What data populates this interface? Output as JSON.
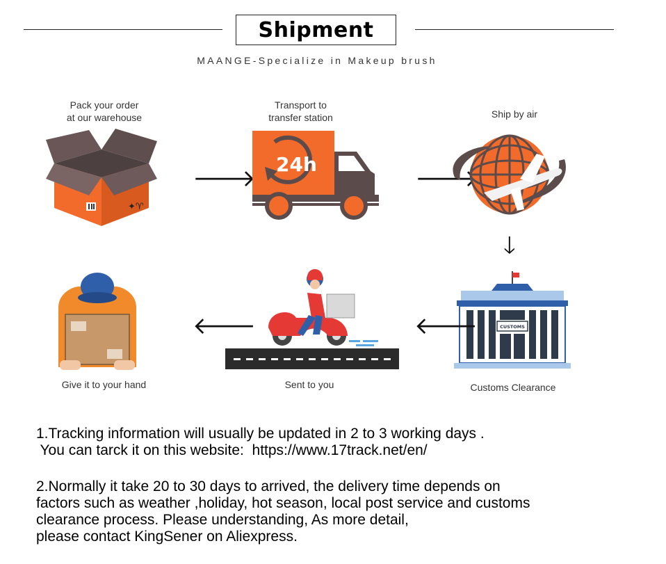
{
  "header": {
    "title": "Shipment",
    "subtitle": "MAANGE-Specialize in Makeup brush"
  },
  "steps": [
    {
      "label": "Pack your order\nat our warehouse",
      "icon": "package-box-icon"
    },
    {
      "label": "Transport to\ntransfer station",
      "icon": "delivery-truck-icon",
      "badge": "24h"
    },
    {
      "label": "Ship by air",
      "icon": "globe-airplane-icon"
    },
    {
      "label": "Customs Clearance",
      "icon": "customs-building-icon",
      "sign": "CUSTOMS"
    },
    {
      "label": "Sent to you",
      "icon": "delivery-scooter-icon"
    },
    {
      "label": "Give it to your hand",
      "icon": "courier-handing-parcel-icon"
    }
  ],
  "arrows": {
    "right": "🡒",
    "down": "🡓",
    "left": "🡐"
  },
  "notes": {
    "note1": [
      "1.Tracking information will usually be updated in 2 to 3 working days .",
      " You can tarck it on this website:  https://www.17track.net/en/"
    ],
    "note2": [
      "2.Normally it take 20 to 30 days to arrived, the delivery time depends on",
      "factors such as weather ,holiday, hot season, local post service and customs",
      "clearance process. Please understanding, As more detail,",
      "please contact KingSener on Aliexpress."
    ]
  },
  "colors": {
    "orange": "#f26b2b",
    "dark": "#5b4b4b",
    "blue": "#2f5fa8"
  }
}
